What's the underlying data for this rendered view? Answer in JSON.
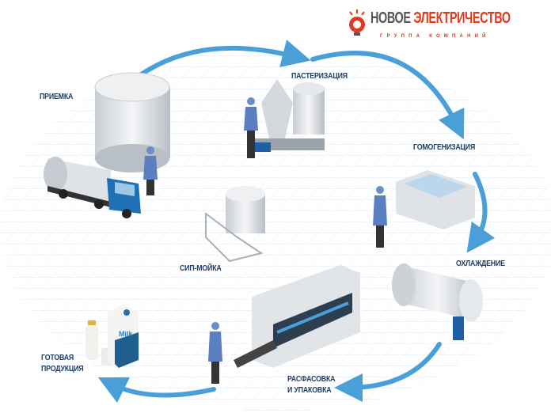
{
  "logo": {
    "name_part1": "НОВОЕ",
    "name_part2": "ЭЛЕКТРИЧЕСТВО",
    "subtitle": "ГРУППА КОМПАНИЙ"
  },
  "stages": {
    "reception": "ПРИЕМКА",
    "pasteurization": "ПАСТЕРИЗАЦИЯ",
    "homogenization": "ГОМОГЕНИЗАЦИЯ",
    "cip": "СИП-МОЙКА",
    "cooling": "ОХЛАЖДЕНИЕ",
    "packing_line1": "РАСФАСОВКА",
    "packing_line2": "И УПАКОВКА",
    "product_line1": "ГОТОВАЯ",
    "product_line2": "ПРОДУКЦИЯ"
  },
  "carton_label": "Milk",
  "colors": {
    "arrow": "#4a9fd8",
    "label": "#1f3d63",
    "brand": "#e03a1e",
    "grid": "#d7e6f2"
  }
}
